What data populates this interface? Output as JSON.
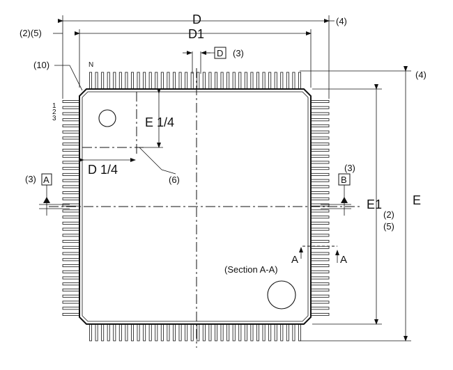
{
  "labels": {
    "D": "D",
    "D1": "D1",
    "E": "E",
    "E1": "E1",
    "D_quarter": "D 1/4",
    "E_quarter": "E 1/4",
    "datum_D": "D",
    "datum_A": "A",
    "datum_B": "B",
    "note_3_top": "(3)",
    "note_3_left": "(3)",
    "note_3_right": "(3)",
    "note_4_top": "(4)",
    "note_4_right": "(4)",
    "note_2_5_left": "(2)(5)",
    "note_2_right": "(2)",
    "note_5_right": "(5)",
    "note_10": "(10)",
    "note_6": "(6)",
    "pin_N": "N",
    "pin_1": "1",
    "pin_2": "2",
    "pin_3": "3",
    "section_A_left": "A",
    "section_A_right": "A",
    "section_label": "(Section A-A)"
  }
}
